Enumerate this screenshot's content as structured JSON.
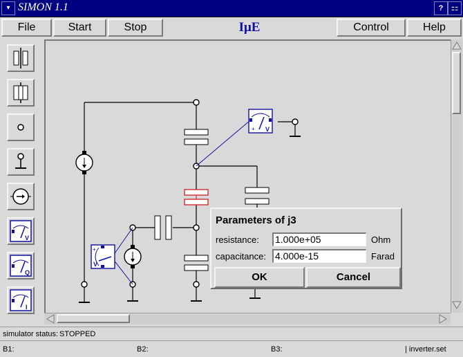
{
  "window": {
    "title": "SIMON 1.1",
    "help_glyph": "?",
    "menu_glyph": "▾",
    "max_glyph": "⚏"
  },
  "menubar": {
    "file": "File",
    "start": "Start",
    "stop": "Stop",
    "logo_text": "IμE",
    "control": "Control",
    "help": "Help"
  },
  "toolbar": {
    "tools": [
      "junction-tool-icon",
      "junction-tool-alt-icon",
      "node-tool-icon",
      "ground-tool-icon",
      "current-source-tool-icon",
      "voltmeter-tool-icon",
      "charge-meter-tool-icon",
      "ammeter-tool-icon"
    ]
  },
  "status": {
    "label": "simulator status:",
    "value": "STOPPED"
  },
  "bottom": {
    "b1": "B1:",
    "b2": "B2:",
    "b3": "B3:",
    "file": "| inverter.set"
  },
  "dialog": {
    "title": "Parameters of j3",
    "resistance_label": "resistance:",
    "resistance_value": "1.000e+05",
    "resistance_unit": "Ohm",
    "capacitance_label": "capacitance:",
    "capacitance_value": "4.000e-15",
    "capacitance_unit": "Farad",
    "ok": "OK",
    "cancel": "Cancel"
  },
  "colors": {
    "titlebar": "#000080",
    "meter": "#1010a0",
    "selected": "#d02020",
    "panel": "#d9d9d9"
  }
}
